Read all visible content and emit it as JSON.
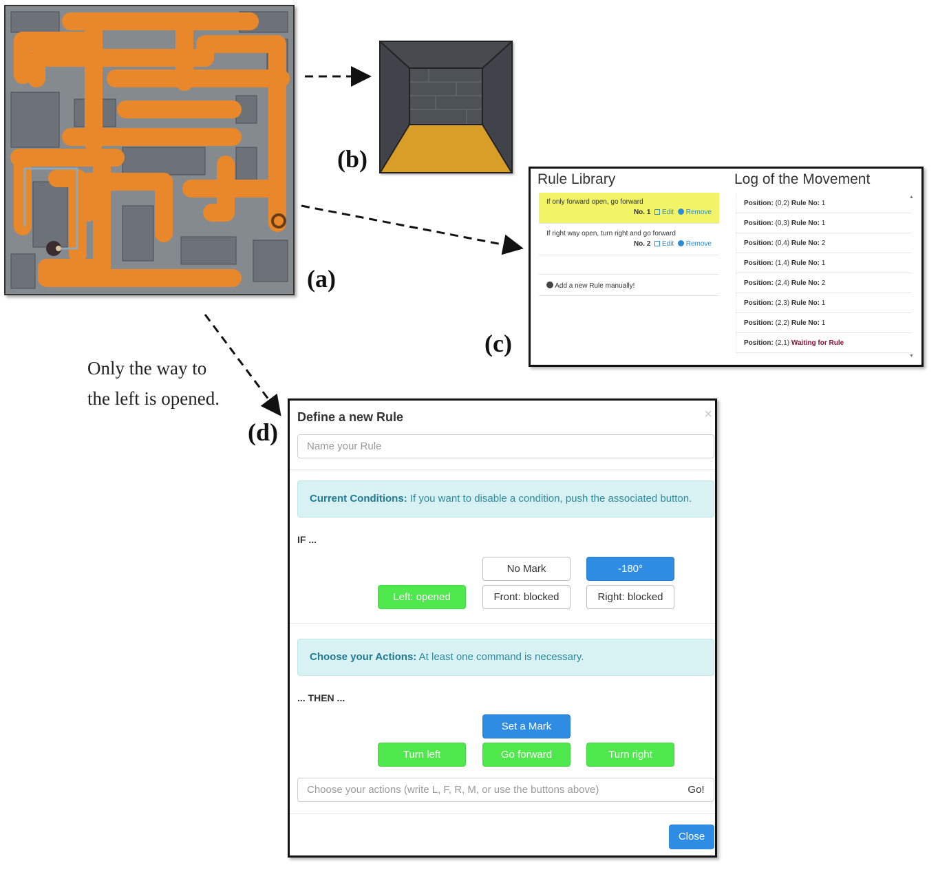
{
  "labels": {
    "a": "(a)",
    "b": "(b)",
    "c": "(c)",
    "d": "(d)"
  },
  "note": {
    "line1": "Only the way to",
    "line2": "the left is opened."
  },
  "rule_library": {
    "title": "Rule Library",
    "rules": [
      {
        "text": "If only forward open, go forward",
        "number": "No. 1",
        "edit": "Edit",
        "remove": "Remove",
        "highlighted": true
      },
      {
        "text": "If right way open, turn right and go forward",
        "number": "No. 2",
        "edit": "Edit",
        "remove": "Remove",
        "highlighted": false
      }
    ],
    "add_rule": "Add a new Rule manually!"
  },
  "log": {
    "title": "Log of the Movement",
    "entries": [
      {
        "position_label": "Position:",
        "position": "(0,2)",
        "rule_label": "Rule No:",
        "rule": "1"
      },
      {
        "position_label": "Position:",
        "position": "(0,3)",
        "rule_label": "Rule No:",
        "rule": "1"
      },
      {
        "position_label": "Position:",
        "position": "(0,4)",
        "rule_label": "Rule No:",
        "rule": "2"
      },
      {
        "position_label": "Position:",
        "position": "(1,4)",
        "rule_label": "Rule No:",
        "rule": "1"
      },
      {
        "position_label": "Position:",
        "position": "(2,4)",
        "rule_label": "Rule No:",
        "rule": "2"
      },
      {
        "position_label": "Position:",
        "position": "(2,3)",
        "rule_label": "Rule No:",
        "rule": "1"
      },
      {
        "position_label": "Position:",
        "position": "(2,2)",
        "rule_label": "Rule No:",
        "rule": "1"
      },
      {
        "position_label": "Position:",
        "position": "(2,1)",
        "waiting": "Waiting for Rule"
      }
    ]
  },
  "dialog": {
    "title": "Define a new Rule",
    "close_x": "×",
    "name_placeholder": "Name your Rule",
    "conditions_alert": {
      "strong": "Current Conditions:",
      "text": "If you want to disable a condition, push the associated button."
    },
    "if_label": "IF ...",
    "conditions": {
      "mark": "No Mark",
      "rotation": "-180°",
      "left": "Left: opened",
      "front": "Front: blocked",
      "right": "Right: blocked"
    },
    "actions_alert": {
      "strong": "Choose your Actions:",
      "text": "At least one command is necessary."
    },
    "then_label": "... THEN ...",
    "actions": {
      "set_mark": "Set a Mark",
      "turn_left": "Turn left",
      "go_forward": "Go forward",
      "turn_right": "Turn right"
    },
    "actions_placeholder": "Choose your actions (write L, F, R, M, or use the buttons above)",
    "go_button": "Go!",
    "close_button": "Close"
  },
  "colors": {
    "path_orange": "#e9882b",
    "wall_gray": "#7c8186",
    "highlight_yellow": "#f0f466",
    "alert_bg": "#d8f2f4",
    "btn_blue": "#2f8ce3",
    "btn_green": "#4ee84c",
    "wait_red": "#8b1030"
  }
}
